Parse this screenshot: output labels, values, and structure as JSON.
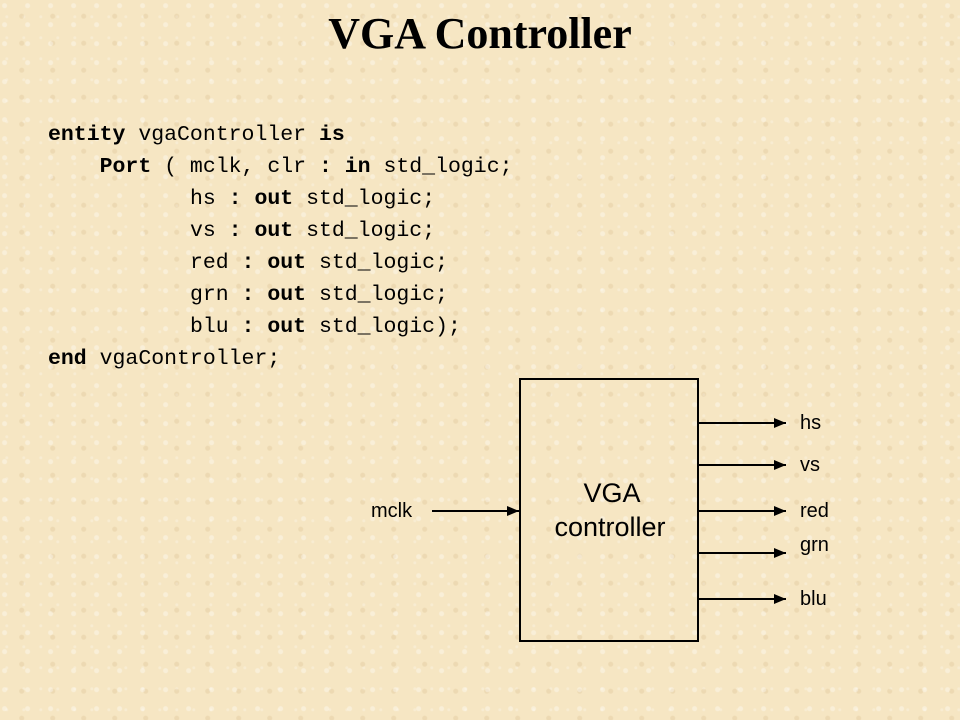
{
  "title": "VGA Controller",
  "code": {
    "line1": {
      "kw1": "entity",
      "name": " vgaController ",
      "kw2": "is"
    },
    "line2": {
      "kw1": "Port",
      "mid": " ( mclk, clr ",
      "colon": ":",
      "kw2": " in",
      "type": " std_logic;"
    },
    "line3": {
      "sig": "hs ",
      "colon": ":",
      "kw": " out",
      "type": " std_logic;"
    },
    "line4": {
      "sig": "vs ",
      "colon": ":",
      "kw": " out",
      "type": " std_logic;"
    },
    "line5": {
      "sig": "red ",
      "colon": ":",
      "kw": " out",
      "type": " std_logic;"
    },
    "line6": {
      "sig": "grn ",
      "colon": ":",
      "kw": " out",
      "type": " std_logic;"
    },
    "line7": {
      "sig": "blu ",
      "colon": ":",
      "kw": " out",
      "type": " std_logic);"
    },
    "line8": {
      "kw": "end",
      "name": " vgaController;"
    }
  },
  "diagram": {
    "box_line1": "VGA",
    "box_line2": "controller",
    "input": "mclk",
    "outputs": [
      "hs",
      "vs",
      "red",
      "grn",
      "blu"
    ]
  }
}
